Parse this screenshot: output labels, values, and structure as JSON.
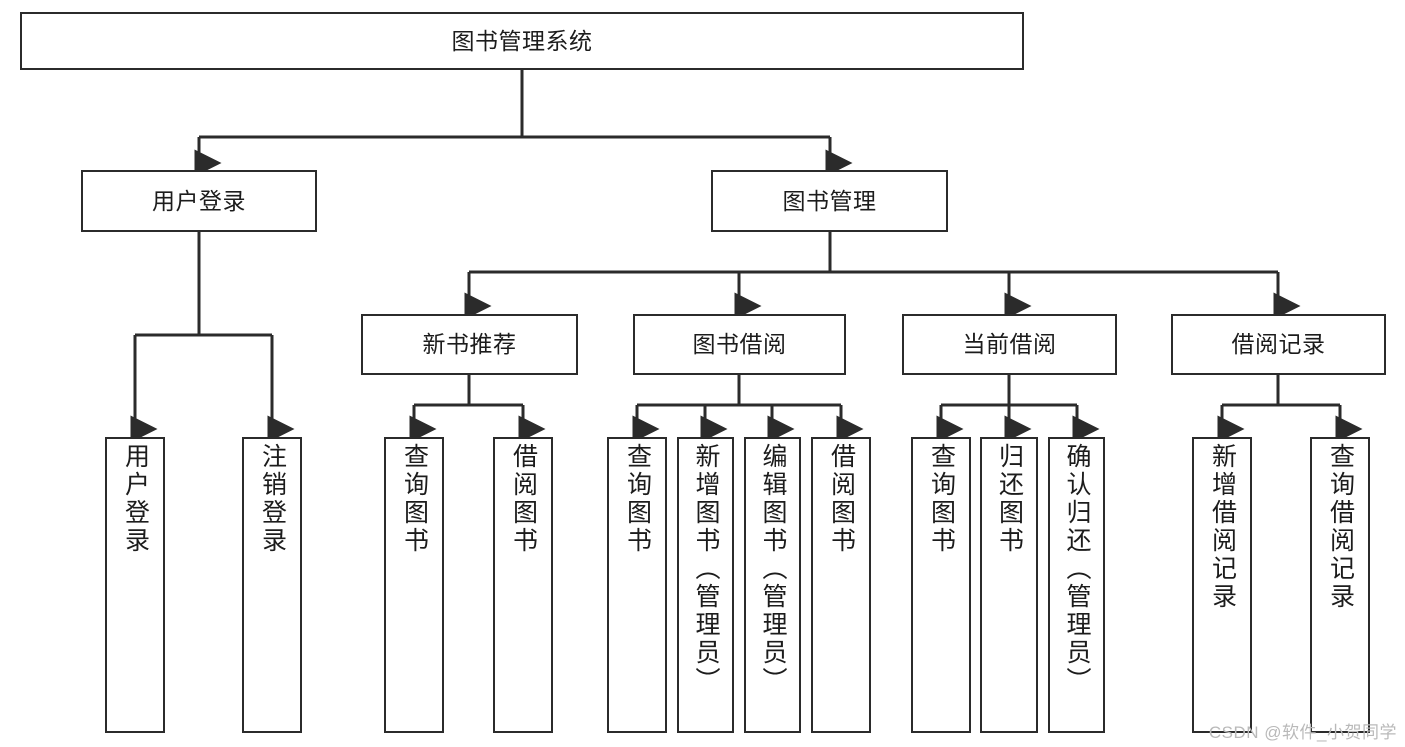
{
  "diagram": {
    "title": "图书管理系统",
    "root": {
      "label": "图书管理系统"
    },
    "level1": [
      {
        "label": "用户登录"
      },
      {
        "label": "图书管理"
      }
    ],
    "level2": [
      {
        "label": "新书推荐"
      },
      {
        "label": "图书借阅"
      },
      {
        "label": "当前借阅"
      },
      {
        "label": "借阅记录"
      }
    ],
    "leaves": [
      {
        "label": "用户登录"
      },
      {
        "label": "注销登录"
      },
      {
        "label": "查询图书"
      },
      {
        "label": "借阅图书"
      },
      {
        "label": "查询图书"
      },
      {
        "label": "新增图书（管理员）"
      },
      {
        "label": "编辑图书（管理员）"
      },
      {
        "label": "借阅图书"
      },
      {
        "label": "查询图书"
      },
      {
        "label": "归还图书"
      },
      {
        "label": "确认归还（管理员）"
      },
      {
        "label": "新增借阅记录"
      },
      {
        "label": "查询借阅记录"
      }
    ],
    "watermark": "CSDN @软件_小贺同学",
    "colors": {
      "stroke": "#2b2b2b",
      "fill": "#ffffff",
      "text": "#1c1c1c",
      "watermark": "#b9b9b9"
    }
  }
}
